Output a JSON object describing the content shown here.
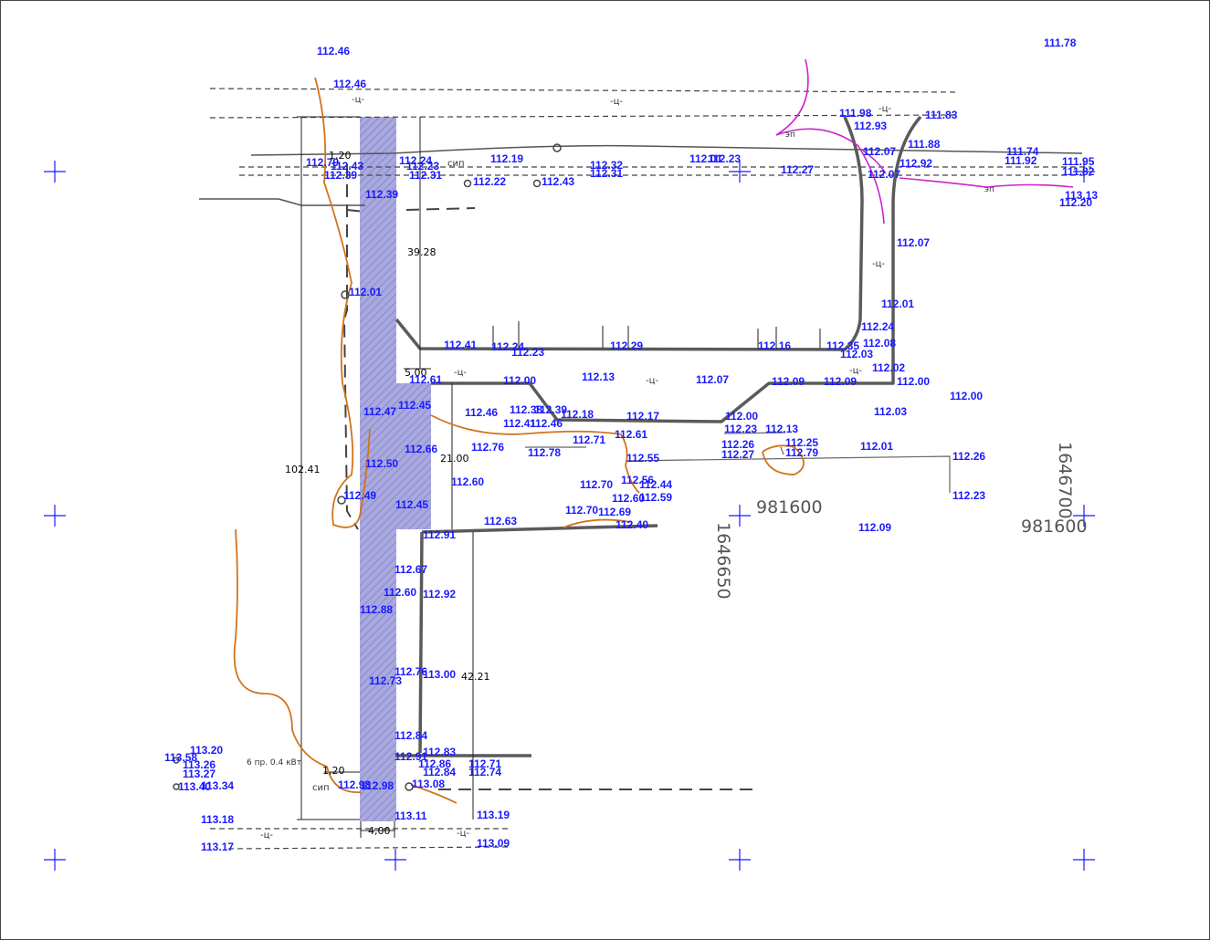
{
  "colors": {
    "elevation": "#1a1aff",
    "road_fill": "#a3a3dd",
    "curb": "#555555",
    "contour": "#d2731c",
    "gas": "#cc22cc",
    "grid_cross": "#1a1aff"
  },
  "coords": {
    "x_label": "981600",
    "x_label_right": "981600",
    "y_label": "1646650",
    "y_label_right": "1646700"
  },
  "dimensions": {
    "total_length": "102.41",
    "upper_offset": "39.28",
    "mid_width": "21.00",
    "lower_length": "42.21",
    "small_width": "5.00",
    "bottom_width": "4,00",
    "offset_120": "1,20",
    "offset_top": "1,20"
  },
  "labels": {
    "power_line": "6 пр. 0.4 кВт",
    "cable_sip_top": "сип",
    "cable_sip_bottom": "сип",
    "ts_marker": "-ц-",
    "gas_label_1": "эп",
    "gas_label_2": "эп"
  },
  "elevations": [
    "112.46",
    "112.46",
    "111.78",
    "111.98",
    "112.93",
    "111.83",
    "112.07",
    "111.88",
    "111.74",
    "111.92",
    "111.95",
    "111.82",
    "113.13",
    "112.20",
    "112.79",
    "112.43",
    "112.39",
    "112.24",
    "112.23",
    "112.31",
    "112.19",
    "112.22",
    "112.43",
    "112.32",
    "112.31",
    "112.01",
    "112.23",
    "112.27",
    "112.07",
    "112.92",
    "112.07",
    "112.39",
    "112.01",
    "112.41",
    "112.23",
    "112.24",
    "112.29",
    "112.16",
    "112.35",
    "112.24",
    "112.08",
    "112.03",
    "112.02",
    "112.00",
    "112.13",
    "112.07",
    "112.09",
    "112.09",
    "112.00",
    "112.03",
    "112.00",
    "112.46",
    "112.38",
    "112.39",
    "112.18",
    "112.17",
    "112.00",
    "112.41",
    "112.46",
    "112.76",
    "112.66",
    "112.71",
    "112.61",
    "112.78",
    "112.55",
    "112.60",
    "112.56",
    "112.44",
    "112.70",
    "112.60",
    "112.59",
    "112.70",
    "112.69",
    "112.40",
    "112.63",
    "112.91",
    "112.67",
    "112.60",
    "112.92",
    "112.88",
    "112.76",
    "112.73",
    "113.00",
    "112.84",
    "112.91",
    "112.83",
    "112.86",
    "112.84",
    "112.71",
    "112.74",
    "113.08",
    "113.11",
    "113.19",
    "113.09",
    "113.20",
    "113.58",
    "113.26",
    "113.27",
    "113.34",
    "113.40",
    "113.18",
    "113.17",
    "112.23",
    "112.13",
    "112.26",
    "112.27",
    "112.25",
    "112.79",
    "112.01",
    "112.26",
    "112.23",
    "112.09",
    "112.01",
    "112.45",
    "112.45",
    "112.50",
    "112.49",
    "112.47",
    "112.98",
    "112.98",
    "112.61"
  ]
}
